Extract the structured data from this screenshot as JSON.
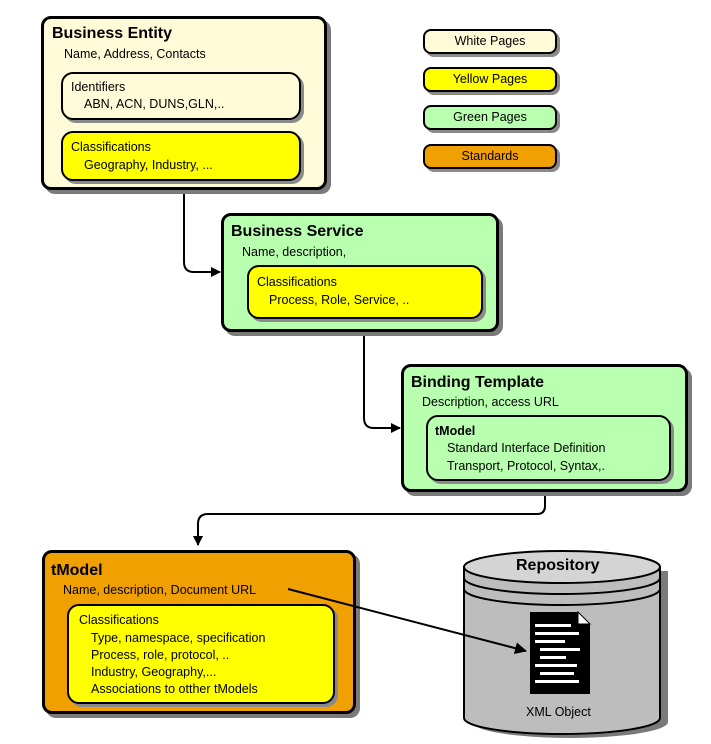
{
  "legend": {
    "white_pages": "White Pages",
    "yellow_pages": "Yellow Pages",
    "green_pages": "Green Pages",
    "standards": "Standards"
  },
  "business_entity": {
    "title": "Business Entity",
    "subtitle": "Name, Address, Contacts",
    "identifiers": {
      "heading": "Identifiers",
      "items": "ABN, ACN, DUNS,GLN,.."
    },
    "classifications": {
      "heading": "Classifications",
      "items": "Geography, Industry, ..."
    }
  },
  "business_service": {
    "title": "Business Service",
    "subtitle": "Name, description,",
    "classifications": {
      "heading": "Classifications",
      "items": "Process, Role, Service, .."
    }
  },
  "binding_template": {
    "title": "Binding Template",
    "subtitle": "Description, access URL",
    "tmodel": {
      "heading": "tModel",
      "line1": "Standard Interface Definition",
      "line2": "Transport, Protocol, Syntax,."
    }
  },
  "tmodel": {
    "title": "tModel",
    "subtitle": "Name, description, Document URL",
    "classifications": {
      "heading": "Classifications",
      "lines": [
        "Type, namespace, specification",
        "Process, role, protocol, ..",
        "Industry, Geography,...",
        "Associations to otther tModels"
      ]
    }
  },
  "repository": {
    "title": "Repository",
    "object_label": "XML Object"
  },
  "colors": {
    "white_pages": "#fffbd8",
    "yellow_pages": "#ffff00",
    "green_pages": "#b8ffb0",
    "standards": "#f0a000"
  }
}
